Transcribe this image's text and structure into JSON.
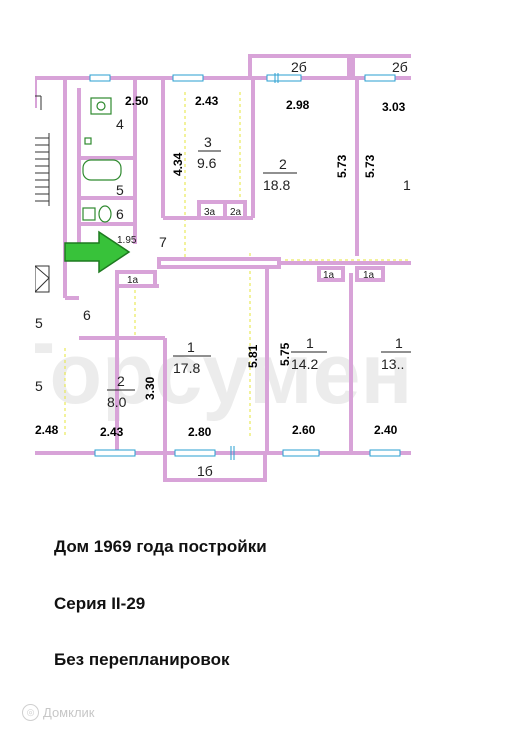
{
  "plan": {
    "rooms": [
      {
        "id": "r3",
        "number": "3",
        "area": "9.6"
      },
      {
        "id": "r2a",
        "number": "2",
        "area": "18.8"
      },
      {
        "id": "r1a",
        "number": "1",
        "area": "17.8"
      },
      {
        "id": "r2b",
        "number": "2",
        "area": "8.0"
      },
      {
        "id": "r1b",
        "number": "1",
        "area": "14.2"
      },
      {
        "id": "r1c",
        "number": "1",
        "area": "13.."
      }
    ],
    "labels": {
      "room4": "4",
      "room5": "5",
      "room6a": "6",
      "room7": "7",
      "room6b": "6",
      "room3a": "3а",
      "room2a": "2а",
      "room1a_l": "1а",
      "room1a_m": "1а",
      "room1a_r": "1а",
      "top_2b": "2б",
      "top_2b_right": "2б",
      "bottom_1b": "1б",
      "corr": "1.95",
      "right_edge": "1",
      "left_5a": "5",
      "left_5b": "5"
    },
    "dimensions_h": [
      "2.50",
      "2.43",
      "2.98",
      "3.03",
      "2.48",
      "2.43",
      "2.80",
      "2.60",
      "2.40"
    ],
    "dimensions_v": [
      "4.34",
      "5.73",
      "5.73",
      "5.81",
      "5.75",
      "3.30"
    ],
    "watermark": "Горсумен"
  },
  "captions": {
    "line1": "Дом 1969 года постройки",
    "line2": "Серия II-29",
    "line3": "Без перепланировок"
  },
  "footer": {
    "brand": "Домклик",
    "icon": "domclick-logo-icon"
  },
  "colors": {
    "wall": "#d8a3d8",
    "fixture": "#2f8a2f",
    "window": "#2a9fd0",
    "arrow": "#38c23a",
    "arrow_outline": "#1e7a20",
    "dashed": "#e6e63a"
  }
}
